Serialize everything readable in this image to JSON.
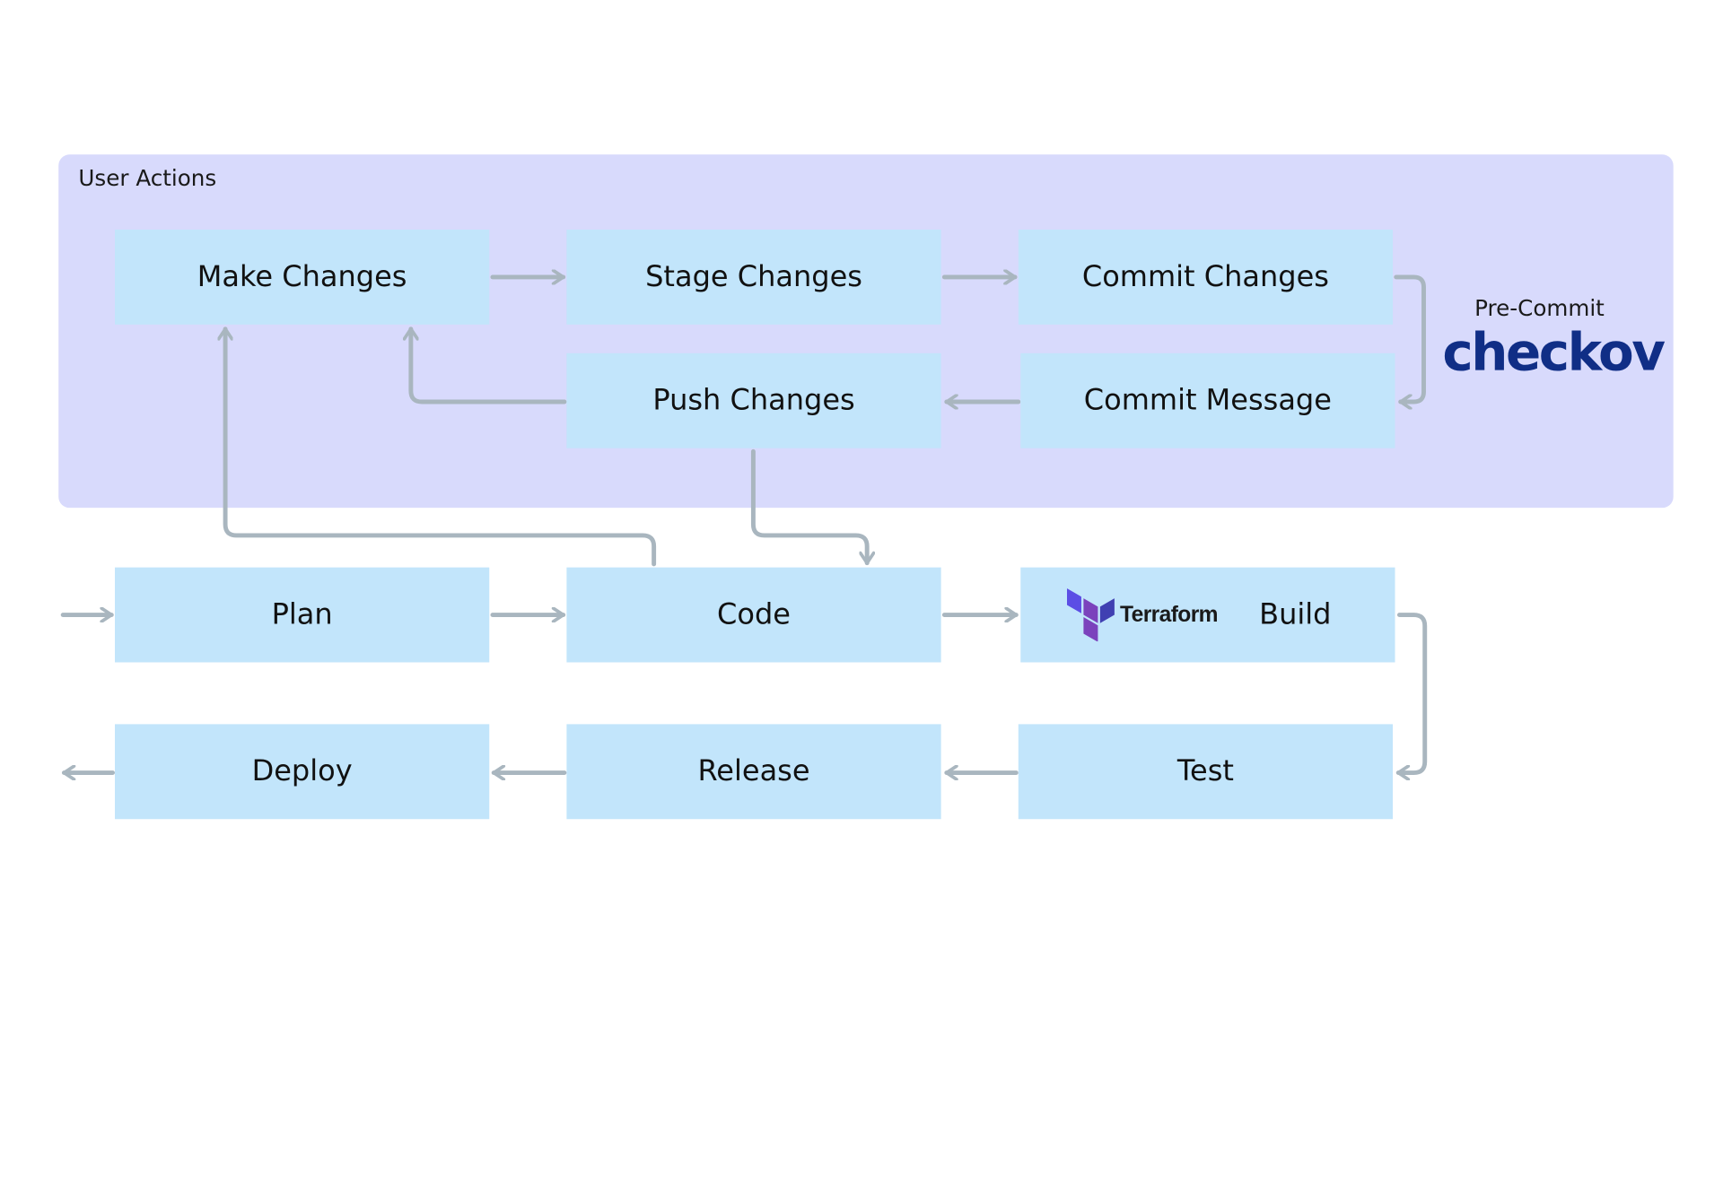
{
  "group": {
    "label": "User Actions"
  },
  "nodes": {
    "make_changes": "Make Changes",
    "stage_changes": "Stage Changes",
    "commit_changes": "Commit Changes",
    "push_changes": "Push Changes",
    "commit_message": "Commit Message",
    "plan": "Plan",
    "code": "Code",
    "build": "Build",
    "deploy": "Deploy",
    "release": "Release",
    "test": "Test"
  },
  "logos": {
    "precommit_label": "Pre-Commit",
    "checkov": "checkov",
    "terraform": "Terraform"
  },
  "colors": {
    "group_background": "#d8dafc",
    "node_fill": "#c2e5fb",
    "arrow": "#a9b6bf",
    "checkov_brand": "#102e86",
    "terraform_brand": "#7b42bc"
  }
}
